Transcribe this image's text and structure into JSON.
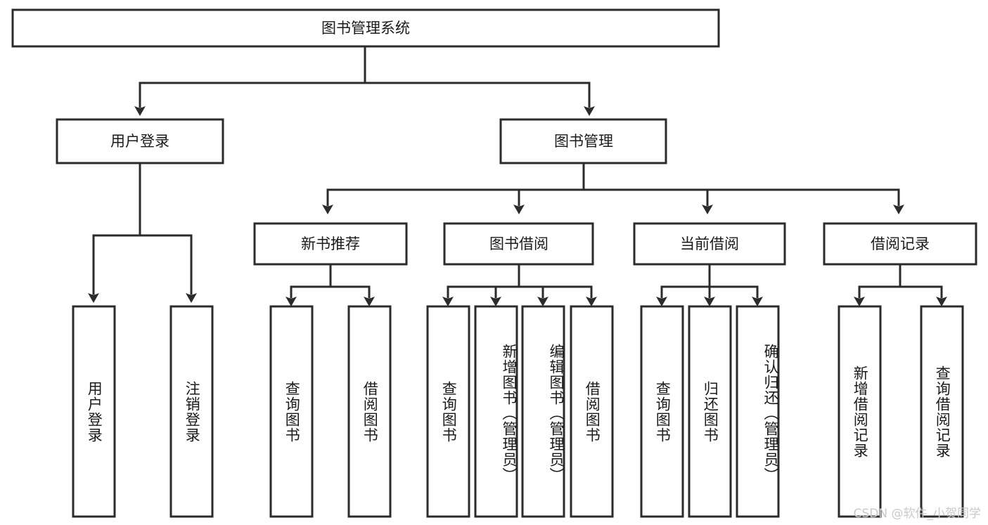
{
  "diagram": {
    "title": "图书管理系统",
    "type": "tree",
    "watermark": "CSDN @软件_小贺同学",
    "colors": {
      "box_stroke": "#2b2b2b",
      "box_fill": "#ffffff",
      "text": "#1a1a1a",
      "watermark": "#c9c9c9"
    },
    "levels": {
      "root": {
        "label": "图书管理系统"
      },
      "level2": [
        {
          "label": "用户登录"
        },
        {
          "label": "图书管理"
        }
      ],
      "level3": [
        {
          "label": "新书推荐"
        },
        {
          "label": "图书借阅"
        },
        {
          "label": "当前借阅"
        },
        {
          "label": "借阅记录"
        }
      ],
      "leaves": [
        {
          "label": "用户登录",
          "parent": "用户登录",
          "align": "center"
        },
        {
          "label": "注销登录",
          "parent": "用户登录",
          "align": "center"
        },
        {
          "label": "查询图书",
          "parent": "新书推荐",
          "align": "center"
        },
        {
          "label": "借阅图书",
          "parent": "新书推荐",
          "align": "center"
        },
        {
          "label": "查询图书",
          "parent": "图书借阅",
          "align": "center"
        },
        {
          "label": "新增图书（管理员）",
          "parent": "图书借阅",
          "align": "top"
        },
        {
          "label": "编辑图书（管理员）",
          "parent": "图书借阅",
          "align": "top"
        },
        {
          "label": "借阅图书",
          "parent": "图书借阅",
          "align": "center"
        },
        {
          "label": "查询图书",
          "parent": "当前借阅",
          "align": "center"
        },
        {
          "label": "归还图书",
          "parent": "当前借阅",
          "align": "center"
        },
        {
          "label": "确认归还（管理员）",
          "parent": "当前借阅",
          "align": "top"
        },
        {
          "label": "新增借阅记录",
          "parent": "借阅记录",
          "align": "center"
        },
        {
          "label": "查询借阅记录",
          "parent": "借阅记录",
          "align": "center"
        }
      ]
    }
  }
}
